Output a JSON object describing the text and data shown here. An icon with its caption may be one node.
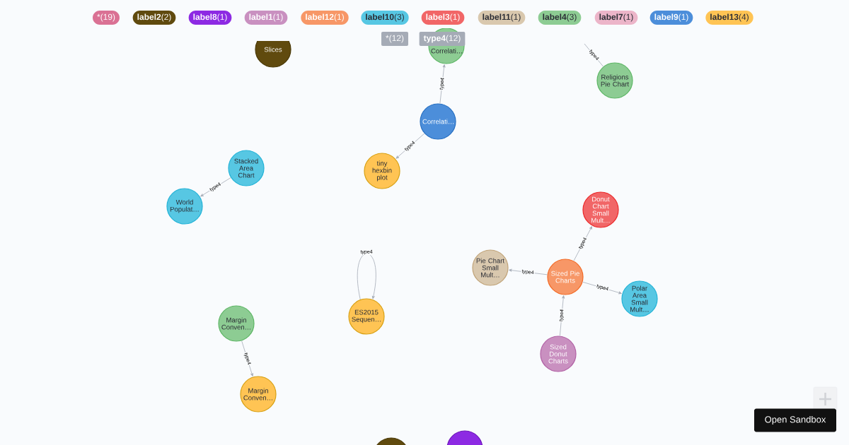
{
  "diagram": {
    "nodes": [
      {
        "text": [
          "Slices"
        ]
      },
      {
        "text": [
          "Correlati…"
        ]
      },
      {
        "text": [
          "Religions Pie Chart"
        ]
      },
      {
        "text": [
          "Correlati…"
        ]
      },
      {
        "text": [
          "Stacked Area Chart"
        ]
      },
      {
        "text": [
          "tiny hexbin plot"
        ]
      },
      {
        "text": [
          "World Populat…"
        ]
      },
      {
        "text": [
          "Donut Chart Small Mult…"
        ]
      },
      {
        "text": [
          "Pie Chart Small Mult…"
        ]
      },
      {
        "text": [
          "Sized Pie Charts"
        ]
      },
      {
        "text": [
          "Polar Area Small Mult…"
        ]
      },
      {
        "text": [
          "ES2015 Sequen…"
        ]
      },
      {
        "text": [
          "Margin Conven…"
        ]
      },
      {
        "text": [
          "Sized Donut Charts"
        ]
      },
      {
        "text": [
          "Margin Conven…"
        ]
      },
      {
        "text": [],
        "shape": "circle"
      },
      {
        "text": [],
        "shape": "circle"
      }
    ],
    "edges": [
      {
        "from": 3,
        "to": 1,
        "arrow": "to",
        "label": "type4"
      },
      {
        "from": 3,
        "to": 5,
        "arrow": "to",
        "label": "type4"
      },
      {
        "from": 4,
        "to": 6,
        "arrow": "to",
        "label": "type4"
      },
      {
        "from": null,
        "to": 2,
        "arrow": "none",
        "label": "type4"
      },
      {
        "from": 9,
        "to": 7,
        "arrow": "to",
        "label": "type4"
      },
      {
        "from": 9,
        "to": 8,
        "arrow": "to",
        "label": "type4"
      },
      {
        "from": 9,
        "to": 10,
        "arrow": "to",
        "label": "type4"
      },
      {
        "from": 13,
        "to": 9,
        "arrow": "to",
        "label": "type4"
      },
      {
        "from": 11,
        "to": 11,
        "arrow": "to",
        "label": "type4"
      },
      {
        "from": 12,
        "to": 14,
        "arrow": "to",
        "label": "type4"
      }
    ],
    "labels": [
      "Open Sandbox"
    ],
    "legend": [
      {
        "text": "*(19)",
        "color": "#da7194"
      },
      {
        "text": "**label2**(2)",
        "color": "#604a0e"
      },
      {
        "text": "**label8**(1)",
        "color": "#8d2ae3"
      },
      {
        "text": "**label1**(1)",
        "color": "#c990c0"
      },
      {
        "text": "**label12**(1)",
        "color": "#f79767"
      },
      {
        "text": "**label10**(3)",
        "color": "#57c7e3"
      },
      {
        "text": "**label3**(1)",
        "color": "#f16667"
      },
      {
        "text": "**label11**(1)",
        "color": "#d9c8ae"
      },
      {
        "text": "**label4**(3)",
        "color": "#8dcc93"
      },
      {
        "text": "**label7**(1)",
        "color": "#ecb5c9"
      },
      {
        "text": "**label9**(1)",
        "color": "#4c8eda"
      },
      {
        "text": "**label13**(4)",
        "color": "#ffc454"
      },
      {
        "text": "*(12)",
        "color": "#a5abb6"
      },
      {
        "text": "**type4**(12)",
        "color": "#a5abb6"
      }
    ]
  }
}
